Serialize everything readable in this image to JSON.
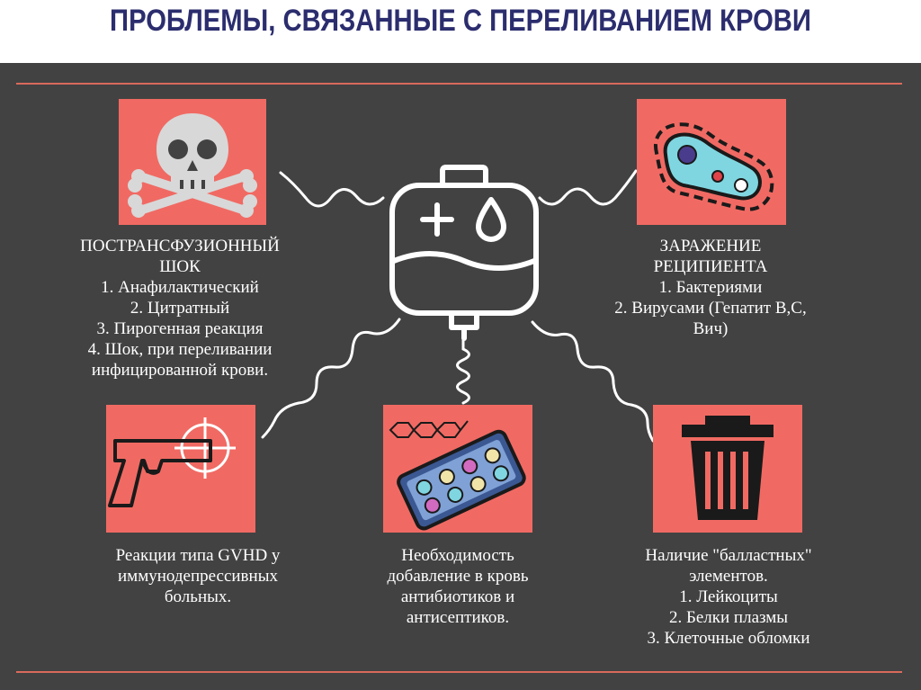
{
  "title": "ПРОБЛЕМЫ, СВЯЗАННЫЕ С ПЕРЕЛИВАНИЕМ КРОВИ",
  "colors": {
    "background": "#424242",
    "tile": "#f06a63",
    "title": "#2b2d6e",
    "accent_rule": "#d96a5c",
    "text": "#ffffff"
  },
  "center": {
    "icon": "blood-bag-icon"
  },
  "blocks": {
    "shock": {
      "icon": "skull-crossbones-icon",
      "lines": [
        "ПОСТРАНСФУЗИОННЫЙ",
        "ШОК",
        "1. Анафилактический",
        "2. Цитратный",
        "3. Пирогенная реакция",
        "4. Шок, при переливании",
        "инфицированной крови."
      ]
    },
    "infection": {
      "icon": "bacteria-icon",
      "lines": [
        "ЗАРАЖЕНИЕ",
        "РЕЦИПИЕНТА",
        "1. Бактериями",
        "2. Вирусами (Гепатит В,С,",
        "Вич)"
      ]
    },
    "gvhd": {
      "icon": "gun-target-icon",
      "lines": [
        "Реакции типа GVHD у",
        "иммунодепрессивных",
        "больных."
      ]
    },
    "antibiotics": {
      "icon": "pills-molecule-icon",
      "lines": [
        "Необходимость",
        "добавление в кровь",
        "антибиотиков и",
        "антисептиков."
      ]
    },
    "ballast": {
      "icon": "trash-can-icon",
      "lines": [
        "Наличие \"балластных\"",
        "элементов.",
        "1. Лейкоциты",
        "2. Белки плазмы",
        "3. Клеточные обломки"
      ]
    }
  }
}
